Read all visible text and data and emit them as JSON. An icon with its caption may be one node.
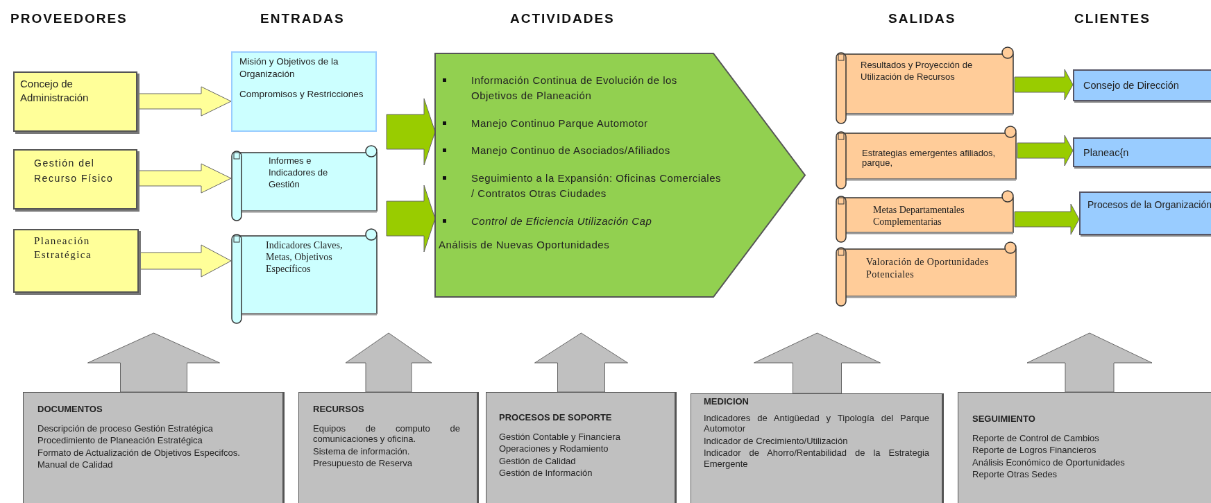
{
  "diagram": {
    "nodes": [
      {
        "text": [
          "Concejo de Administración"
        ]
      },
      {
        "text": [
          "Gestión del Recurso Físico"
        ]
      },
      {
        "text": [
          "Planeación Estratégica"
        ]
      },
      {
        "text": [
          "Misión y Objetivos de la Organización",
          "Compromisos y Restricciones"
        ]
      },
      {
        "text": [
          "Informes e Indicadores de Gestión"
        ]
      },
      {
        "text": [
          "Indicadores Claves, Metas, Objetivos Específicos"
        ]
      },
      {
        "text": [
          "Información Continua de Evolución de los Objetivos de Planeación",
          "Manejo Continuo Parque Automotor",
          "Manejo Continuo de Asociados/Afiliados",
          "Seguimiento a la Expansión: Oficinas Comerciales / Contratos Otras Ciudades",
          "Control de Eficiencia Utilización Cap",
          "Análisis de Nuevas Oportunidades"
        ]
      },
      {
        "text": [
          "Resultados y Proyección de Utilización de Recursos"
        ]
      },
      {
        "text": [
          "Estrategias emergentes afiliados, parque,"
        ]
      },
      {
        "text": [
          "Metas Departamentales Complementarias"
        ]
      },
      {
        "text": [
          "Valoración de Oportunidades Potenciales"
        ]
      },
      {
        "text": [
          "Consejo de Dirección"
        ]
      },
      {
        "text": [
          "Planeac{n"
        ]
      },
      {
        "text": [
          "Procesos de la Organización"
        ]
      },
      {
        "text": [
          "DOCUMENTOS",
          "Descripción de proceso Gestión Estratégica",
          "Procedimiento de Planeación Estratégica",
          "Formato de Actualización de Objetivos Especifcos.",
          "Manual de Calidad"
        ]
      },
      {
        "text": [
          "RECURSOS",
          "Equipos de computo de comunicaciones y oficina.",
          "Sistema de información.",
          "Presupuesto de Reserva"
        ]
      },
      {
        "text": [
          "PROCESOS DE SOPORTE",
          "Gestión Contable y Financiera",
          "Operaciones y Rodamiento",
          "Gestión de Calidad",
          "Gestión de Información"
        ]
      },
      {
        "text": [
          "MEDICION",
          "Indicadores de Antigüedad y Tipología del Parque Automotor",
          "Indicador de Crecimiento/Utilización",
          "Indicador de Ahorro/Rentabilidad de la Estrategia Emergente"
        ]
      },
      {
        "text": [
          "SEGUIMIENTO",
          "Reporte de Control de Cambios",
          "Reporte de Logros Financieros",
          "Análisis Económico de Oportunidades",
          "Reporte Otras Sedes"
        ]
      }
    ],
    "edges": [
      {
        "from": 0,
        "to": 3,
        "arrow": "to",
        "color": "#ffff99"
      },
      {
        "from": 1,
        "to": 4,
        "arrow": "to",
        "color": "#ffff99"
      },
      {
        "from": 2,
        "to": 5,
        "arrow": "to",
        "color": "#ffff99"
      },
      {
        "from": null,
        "to": 6,
        "arrow": "to",
        "color": "#99cc00"
      },
      {
        "from": null,
        "to": 6,
        "arrow": "to",
        "color": "#99cc00"
      },
      {
        "from": 7,
        "to": 11,
        "arrow": "to",
        "color": "#99cc00"
      },
      {
        "from": 8,
        "to": 12,
        "arrow": "to",
        "color": "#99cc00"
      },
      {
        "from": 9,
        "to": 13,
        "arrow": "to",
        "color": "#99cc00"
      },
      {
        "from": 14,
        "to": null,
        "arrow": "to",
        "color": "#c0c0c0"
      },
      {
        "from": 15,
        "to": null,
        "arrow": "to",
        "color": "#c0c0c0"
      },
      {
        "from": 16,
        "to": null,
        "arrow": "to",
        "color": "#c0c0c0"
      },
      {
        "from": 17,
        "to": null,
        "arrow": "to",
        "color": "#c0c0c0"
      },
      {
        "from": 18,
        "to": null,
        "arrow": "to",
        "color": "#c0c0c0"
      }
    ],
    "labels": [
      "PROVEEDORES",
      "ENTRADAS",
      "ACTIVIDADES",
      "SALIDAS",
      "CLIENTES"
    ]
  }
}
